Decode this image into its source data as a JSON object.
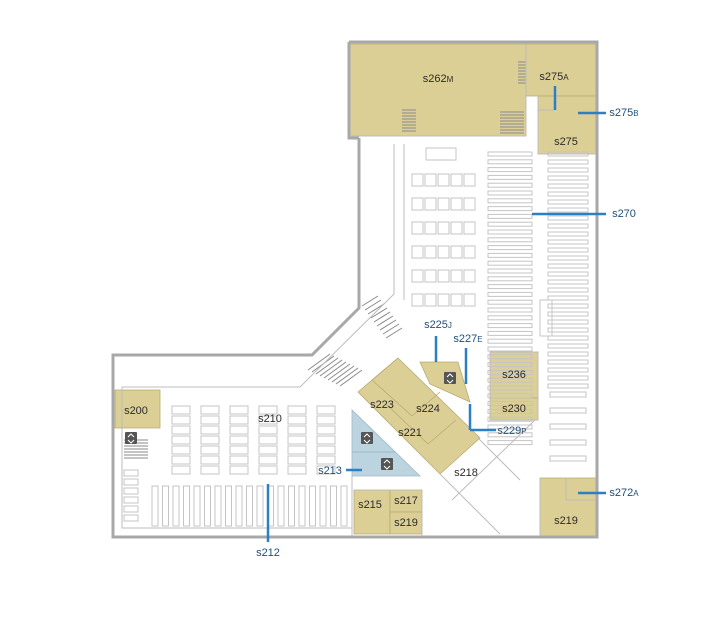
{
  "floor_plan": {
    "colors": {
      "room_fill": "#dccf95",
      "restroom_fill": "#bcd4e0",
      "wall": "#a8a8a8",
      "interior_line": "#bdbdbd",
      "callout": "#2b7fc4",
      "label": "#2b2b2b",
      "callout_label": "#1f4e79",
      "icon_fill": "#555555"
    },
    "rooms": [
      {
        "id": "s262m",
        "main": "s262",
        "suffix": "M"
      },
      {
        "id": "s275a",
        "main": "s275",
        "suffix": "A"
      },
      {
        "id": "s275",
        "main": "s275",
        "suffix": ""
      },
      {
        "id": "s200",
        "main": "s200",
        "suffix": ""
      },
      {
        "id": "s210",
        "main": "s210",
        "suffix": ""
      },
      {
        "id": "s223",
        "main": "s223",
        "suffix": ""
      },
      {
        "id": "s224",
        "main": "s224",
        "suffix": ""
      },
      {
        "id": "s221",
        "main": "s221",
        "suffix": ""
      },
      {
        "id": "s236",
        "main": "s236",
        "suffix": ""
      },
      {
        "id": "s230",
        "main": "s230",
        "suffix": ""
      },
      {
        "id": "s218",
        "main": "s218",
        "suffix": ""
      },
      {
        "id": "s215",
        "main": "s215",
        "suffix": ""
      },
      {
        "id": "s217",
        "main": "s217",
        "suffix": ""
      },
      {
        "id": "s219a",
        "main": "s219",
        "suffix": ""
      },
      {
        "id": "s219b",
        "main": "s219",
        "suffix": ""
      }
    ],
    "callouts": [
      {
        "id": "s275b",
        "main": "s275",
        "suffix": "B"
      },
      {
        "id": "s270",
        "main": "s270",
        "suffix": ""
      },
      {
        "id": "s225j",
        "main": "s225",
        "suffix": "J"
      },
      {
        "id": "s227e",
        "main": "s227",
        "suffix": "E"
      },
      {
        "id": "s229p",
        "main": "s229",
        "suffix": "P"
      },
      {
        "id": "s213",
        "main": "s213",
        "suffix": ""
      },
      {
        "id": "s212",
        "main": "s212",
        "suffix": ""
      },
      {
        "id": "s272a",
        "main": "s272",
        "suffix": "A"
      }
    ],
    "icons": [
      "elevator-icon",
      "elevator-icon",
      "restroom-icon",
      "restroom-icon"
    ]
  }
}
